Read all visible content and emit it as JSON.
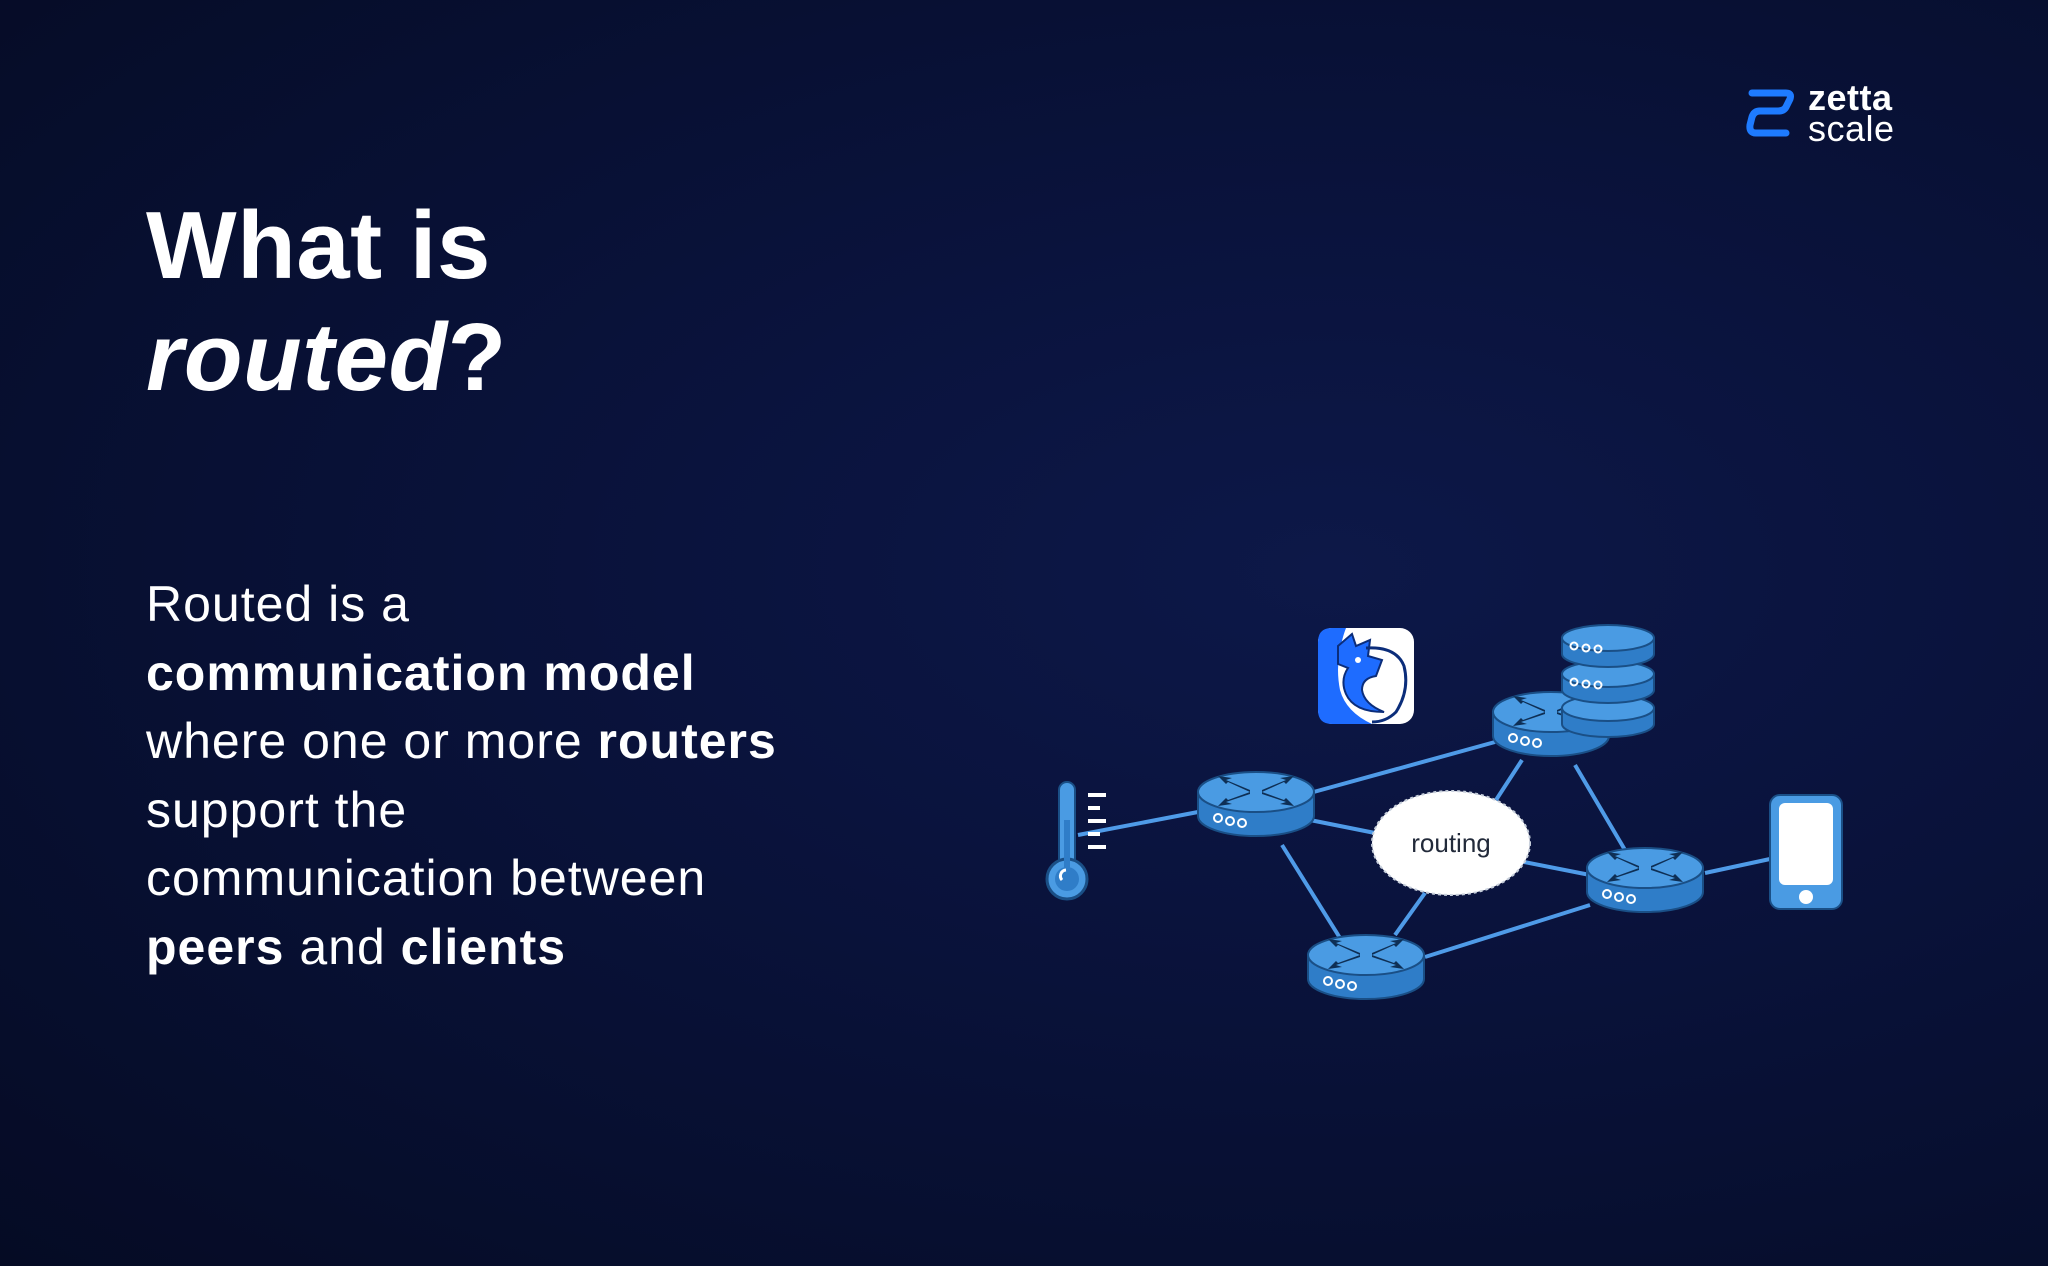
{
  "logo": {
    "line1": "zetta",
    "line2": "scale"
  },
  "title": {
    "line1": "What is",
    "emphasis": "routed",
    "suffix": "?"
  },
  "description": {
    "l1_a": "Routed is a",
    "l2_b": "communication model",
    "l3_a": "where one or more ",
    "l3_b": "routers",
    "l4_a": "support the",
    "l5_a": "communication between",
    "l6_b1": "peers",
    "l6_a": " and ",
    "l6_b2": "clients"
  },
  "diagram": {
    "center_label": "routing",
    "nodes": [
      "router",
      "router",
      "router",
      "router"
    ],
    "endpoints": [
      "thermometer-icon",
      "app-icon",
      "database-icon",
      "phone-icon"
    ]
  },
  "colors": {
    "background": "#070f30",
    "accent": "#1e7bff",
    "router_blue": "#3b8fd9",
    "link_blue": "#4f9be8"
  }
}
